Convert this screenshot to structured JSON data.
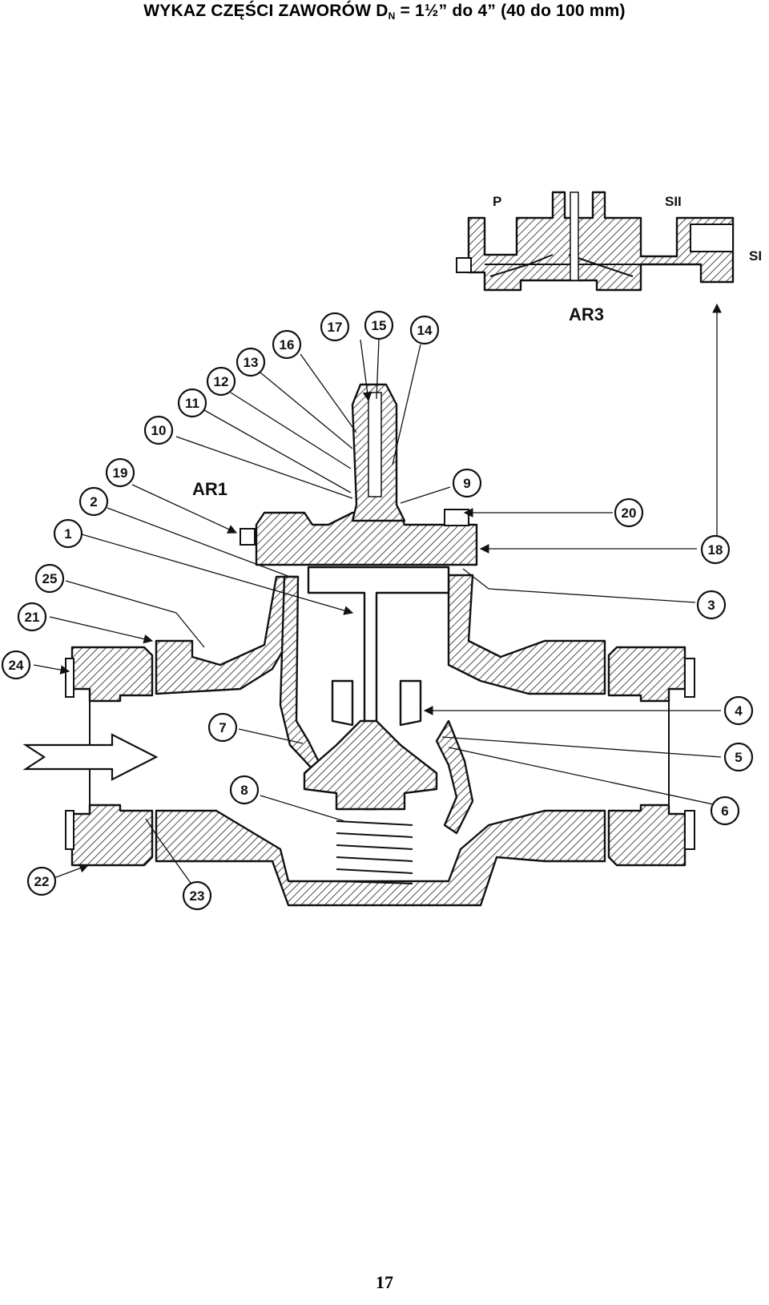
{
  "document": {
    "title_main": "WYKAZ  CZĘŚCI  ZAWORÓW  D",
    "title_subscript": "N",
    "title_rest": " = 1½” do 4” (40 do 100 mm)",
    "page_number": "17"
  },
  "assembly_labels": {
    "ar1": "AR1",
    "ar3": "AR3"
  },
  "port_labels": {
    "p": "P",
    "sii": "SII",
    "si": "SI"
  },
  "callouts": [
    {
      "id": "c17",
      "label": "17"
    },
    {
      "id": "c15",
      "label": "15"
    },
    {
      "id": "c14",
      "label": "14"
    },
    {
      "id": "c16",
      "label": "16"
    },
    {
      "id": "c13",
      "label": "13"
    },
    {
      "id": "c12",
      "label": "12"
    },
    {
      "id": "c11",
      "label": "11"
    },
    {
      "id": "c10",
      "label": "10"
    },
    {
      "id": "c19",
      "label": "19"
    },
    {
      "id": "c9",
      "label": "9"
    },
    {
      "id": "c20",
      "label": "20"
    },
    {
      "id": "c2",
      "label": "2"
    },
    {
      "id": "c1",
      "label": "1"
    },
    {
      "id": "c18",
      "label": "18"
    },
    {
      "id": "c25",
      "label": "25"
    },
    {
      "id": "c3",
      "label": "3"
    },
    {
      "id": "c21",
      "label": "21"
    },
    {
      "id": "c24",
      "label": "24"
    },
    {
      "id": "c4",
      "label": "4"
    },
    {
      "id": "c7",
      "label": "7"
    },
    {
      "id": "c5",
      "label": "5"
    },
    {
      "id": "c8",
      "label": "8"
    },
    {
      "id": "c6",
      "label": "6"
    },
    {
      "id": "c22",
      "label": "22"
    },
    {
      "id": "c23",
      "label": "23"
    }
  ]
}
